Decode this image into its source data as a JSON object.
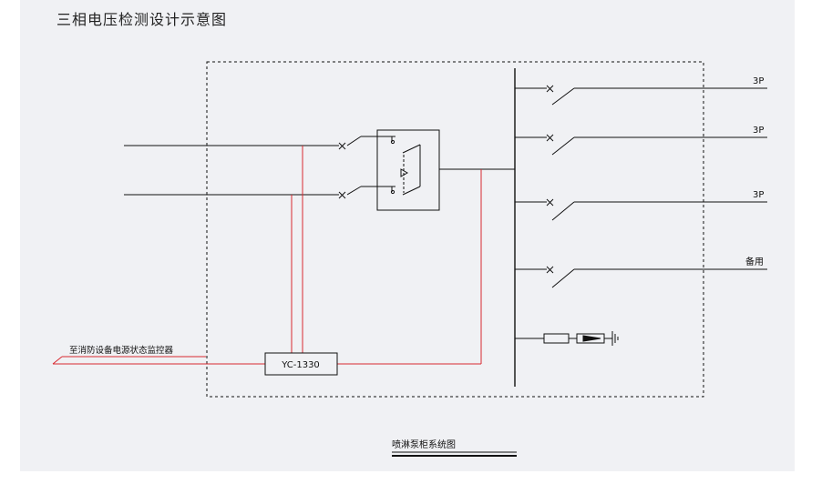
{
  "page_title": "三相电压检测设计示意图",
  "colors": {
    "line": "#111111",
    "signal": "#d9292f",
    "background": "#f0f1f4"
  },
  "diagram": {
    "controller_label": "YC-1330",
    "monitor_label": "至消防设备电源状态监控器",
    "outputs": [
      {
        "label": "3P"
      },
      {
        "label": "3P"
      },
      {
        "label": "3P"
      },
      {
        "label": "备用"
      }
    ],
    "caption": "喷淋泵柜系统图"
  }
}
